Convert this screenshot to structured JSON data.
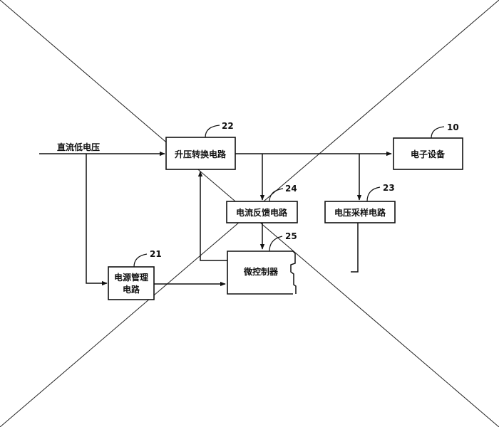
{
  "diagram": {
    "input_label": "直流低电压",
    "blocks": {
      "boost_converter": {
        "label": "升压转换电路",
        "ref": "22"
      },
      "electronic_device": {
        "label": "电子设备",
        "ref": "10"
      },
      "current_feedback": {
        "label": "电流反馈电路",
        "ref": "24"
      },
      "voltage_sampling": {
        "label": "电压采样电路",
        "ref": "23"
      },
      "power_management": {
        "label_line1": "电源管理",
        "label_line2": "电路",
        "ref": "21"
      },
      "microcontroller": {
        "label": "微控制器",
        "ref": "25"
      }
    },
    "colors": {
      "line": "#111111",
      "background": "#ffffff"
    }
  }
}
